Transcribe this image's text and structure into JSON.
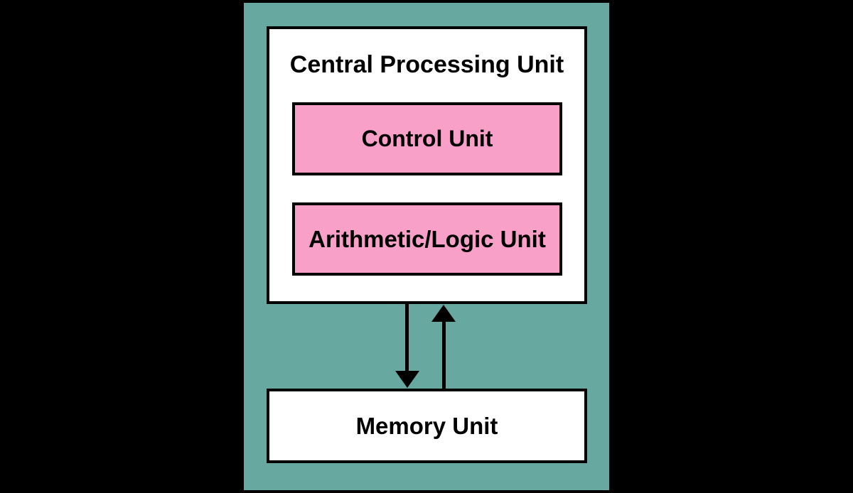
{
  "colors": {
    "background": "#000000",
    "panel": "#67A9A1",
    "box_fill": "#FFFFFF",
    "highlight_fill": "#F8A0C8",
    "border": "#000000",
    "text": "#000000"
  },
  "diagram": {
    "cpu": {
      "title": "Central Processing Unit",
      "components": [
        {
          "label": "Control Unit"
        },
        {
          "label": "Arithmetic/Logic Unit"
        }
      ]
    },
    "memory": {
      "label": "Memory Unit"
    },
    "arrows": [
      {
        "name": "cpu-to-memory",
        "direction": "down"
      },
      {
        "name": "memory-to-cpu",
        "direction": "up"
      }
    ]
  }
}
